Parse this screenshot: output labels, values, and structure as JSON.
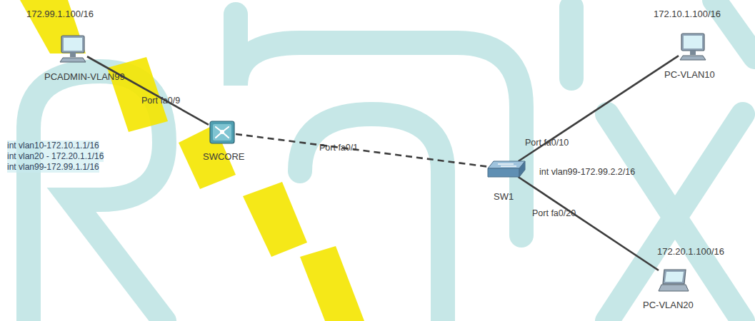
{
  "diagram": {
    "nodes": [
      {
        "text": [
          "172.99.1.100/16",
          "PCADMIN-VLAN99"
        ]
      },
      {
        "text": [
          "SWCORE"
        ]
      },
      {
        "text": [
          "SW1"
        ]
      },
      {
        "text": [
          "172.10.1.100/16",
          "PC-VLAN10"
        ]
      },
      {
        "text": [
          "172.20.1.100/16",
          "PC-VLAN20"
        ]
      }
    ],
    "edges": [
      {
        "from": 0,
        "to": 1,
        "label": "Port fa0/9",
        "arrow": "none"
      },
      {
        "from": 1,
        "to": 2,
        "label": "Port fa0/1",
        "arrow": "none"
      },
      {
        "from": 2,
        "to": 3,
        "label": "Port fa0/10",
        "arrow": "none"
      },
      {
        "from": 2,
        "to": 4,
        "label": "Port fa0/20",
        "arrow": "none"
      }
    ],
    "labels": [
      "int vlan10-172.10.1.1/16",
      "int vlan20 - 172.20.1.1/16",
      "int vlan99-172.99.1.1/16",
      "int vlan99-172.99.2.2/16"
    ]
  }
}
